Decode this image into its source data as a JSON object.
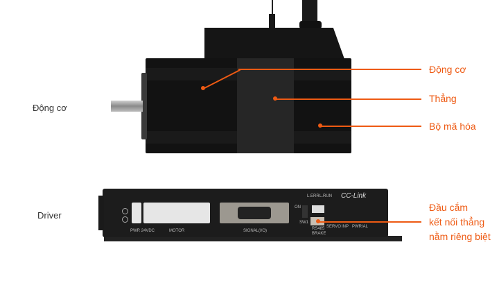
{
  "labels": {
    "motor_section": "Động cơ",
    "driver_section": "Driver"
  },
  "callouts": {
    "motor": "Động cơ",
    "straight": "Thẳng",
    "encoder": "Bộ mã hóa",
    "connector_line1": "Đầu cắm",
    "connector_line2": "kết nối thẳng",
    "connector_line3": "nằm riêng biệt"
  },
  "driver_panel": {
    "pwr": "PWR 24VDC",
    "motor": "MOTOR",
    "signal": "SIGNAL(I/O)",
    "l_err": "L.ERR",
    "l_run": "L.RUN",
    "brand": "CC-Link",
    "on": "ON",
    "sw1": "SW1",
    "rs485": "RS485",
    "brake": "BRAKE",
    "servo": "SERVO",
    "inp": "INP",
    "pwr_al": "PWR/AL"
  },
  "colors": {
    "accent": "#ee5a13",
    "body": "#121212",
    "panel": "#1c1c1c"
  }
}
